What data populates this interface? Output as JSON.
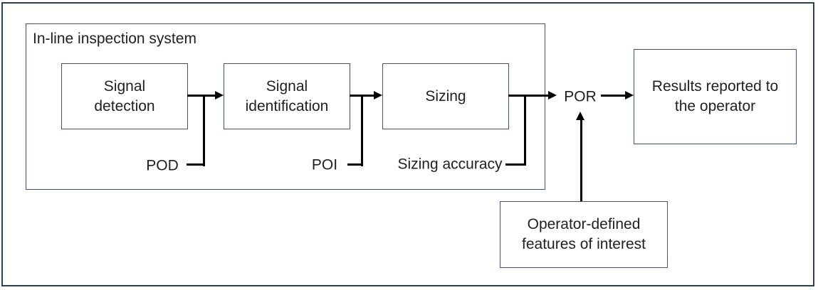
{
  "diagram": {
    "title": "In-line inspection system",
    "boxes": {
      "signal_detection": "Signal\ndetection",
      "signal_identification": "Signal\nidentification",
      "sizing": "Sizing",
      "results": "Results reported to\nthe operator",
      "operator_features": "Operator-defined\nfeatures of interest"
    },
    "connector_labels": {
      "pod": "POD",
      "poi": "POI",
      "sizing_accuracy": "Sizing accuracy",
      "por": "POR"
    },
    "colors": {
      "outer_border": "#2c3e59",
      "box_border": "#44546a",
      "arrow": "#000000",
      "text": "#1f1f1f",
      "background": "#ffffff"
    }
  }
}
